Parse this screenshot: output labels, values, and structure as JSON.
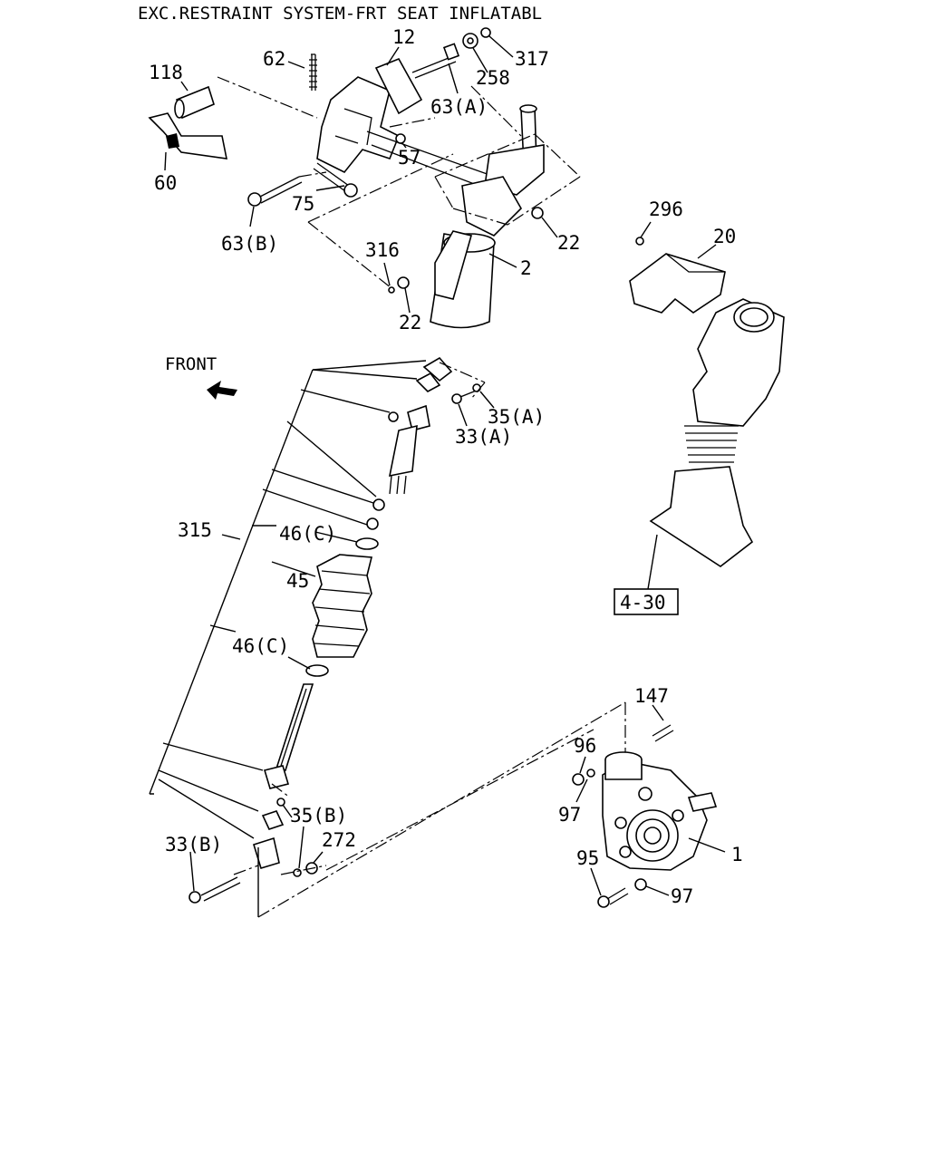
{
  "header": {
    "title": "EXC.RESTRAINT SYSTEM-FRT SEAT INFLATABL"
  },
  "orientation": {
    "label": "FRONT",
    "icon": "arrow-left-icon"
  },
  "reference_box": {
    "label": "4-30"
  },
  "callouts": {
    "c1": "1",
    "c2": "2",
    "c12": "12",
    "c20": "20",
    "c22a": "22",
    "c22b": "22",
    "c33a": "33(A)",
    "c33b": "33(B)",
    "c35a": "35(A)",
    "c35b": "35(B)",
    "c45": "45",
    "c46a": "46(C)",
    "c46b": "46(C)",
    "c57": "57",
    "c60": "60",
    "c62": "62",
    "c63a": "63(A)",
    "c63b": "63(B)",
    "c75": "75",
    "c95": "95",
    "c96": "96",
    "c97a": "97",
    "c97b": "97",
    "c118": "118",
    "c147": "147",
    "c258": "258",
    "c272": "272",
    "c296": "296",
    "c315": "315",
    "c316": "316",
    "c317": "317"
  }
}
